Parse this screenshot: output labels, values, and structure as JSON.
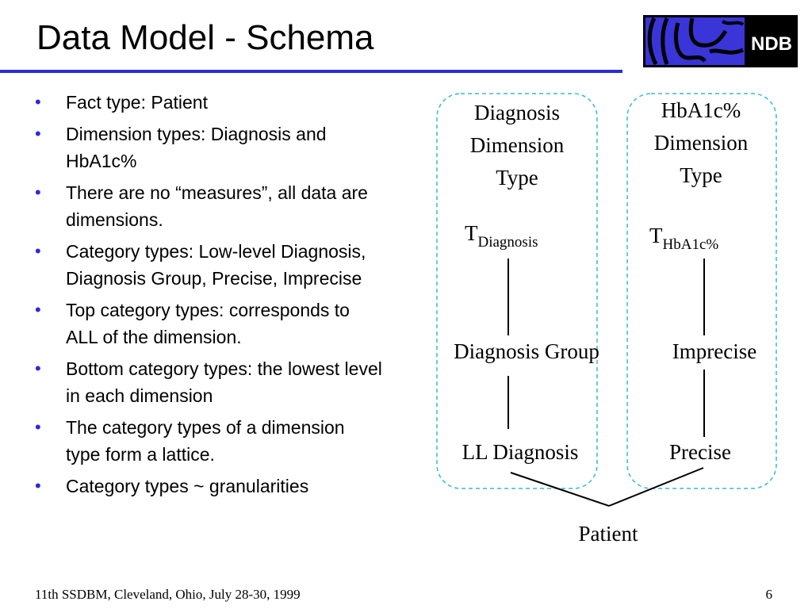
{
  "slide": {
    "title": "Data Model - Schema",
    "logo_text": "NDB",
    "bullets": [
      "Fact type: Patient",
      "Dimension types: Diagnosis and HbA1c%",
      "There are no “measures”, all data are dimensions.",
      "Category types: Low-level Diagnosis, Diagnosis Group, Precise, Imprecise",
      "Top category types: corresponds to ALL of the dimension.",
      "Bottom category types: the lowest level in each dimension",
      "The category types of a dimension type form a lattice.",
      "Category types ~ granularities"
    ],
    "footer_left": "11th SSDBM, Cleveland, Ohio, July 28-30, 1999",
    "page_number": "6"
  },
  "diagram": {
    "diagnosis_box": {
      "title_lines": [
        "Diagnosis",
        "Dimension",
        "Type"
      ],
      "top_base": "T",
      "top_sub": "Diagnosis",
      "mid": "Diagnosis Group",
      "bottom": "LL Diagnosis"
    },
    "hba1c_box": {
      "title_lines": [
        "HbA1c%",
        "Dimension",
        "Type"
      ],
      "top_base": "T",
      "top_sub": "HbA1c%",
      "mid": "Imprecise",
      "bottom": "Precise"
    },
    "fact": "Patient"
  },
  "colors": {
    "accent_blue": "#2b2bd6",
    "box_border": "#33bbcc"
  }
}
